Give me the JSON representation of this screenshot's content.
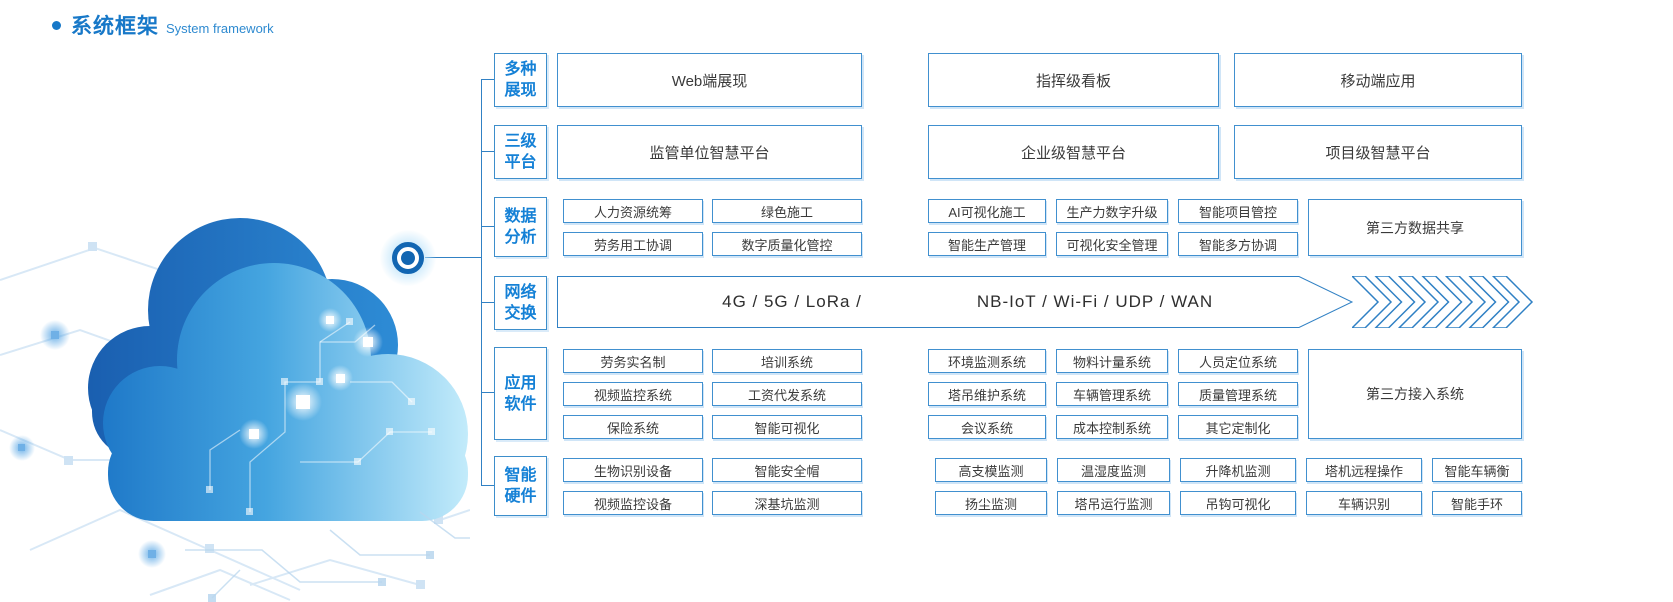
{
  "title": {
    "zh": "系统框架",
    "en": "System framework"
  },
  "colors": {
    "accent": "#1778c8",
    "box_border": "#4190cf",
    "line": "#3181c4",
    "box_text": "#3a3a3a"
  },
  "tree": {
    "categories": [
      {
        "id": "display",
        "line1": "多种",
        "line2": "展现"
      },
      {
        "id": "platform",
        "line1": "三级",
        "line2": "平台"
      },
      {
        "id": "data",
        "line1": "数据",
        "line2": "分析"
      },
      {
        "id": "network",
        "line1": "网络",
        "line2": "交换"
      },
      {
        "id": "apps",
        "line1": "应用",
        "line2": "软件"
      },
      {
        "id": "hardware",
        "line1": "智能",
        "line2": "硬件"
      }
    ]
  },
  "rows": {
    "display": [
      "Web端展现",
      "指挥级看板",
      "移动端应用"
    ],
    "platform": [
      "监管单位智慧平台",
      "企业级智慧平台",
      "项目级智慧平台"
    ],
    "data": {
      "left": [
        [
          "人力资源统筹",
          "绿色施工"
        ],
        [
          "劳务用工协调",
          "数字质量化管控"
        ]
      ],
      "right": [
        [
          "AI可视化施工",
          "生产力数字升级",
          "智能项目管控"
        ],
        [
          "智能生产管理",
          "可视化安全管理",
          "智能多方协调"
        ]
      ],
      "side": "第三方数据共享"
    },
    "network": {
      "label_left": "4G / 5G / LoRa /",
      "label_right": "NB-IoT / Wi-Fi / UDP / WAN",
      "chevron_count": 7
    },
    "apps": {
      "left": [
        [
          "劳务实名制",
          "培训系统"
        ],
        [
          "视频监控系统",
          "工资代发系统"
        ],
        [
          "保险系统",
          "智能可视化"
        ]
      ],
      "right": [
        [
          "环境监测系统",
          "物料计量系统",
          "人员定位系统"
        ],
        [
          "塔吊维护系统",
          "车辆管理系统",
          "质量管理系统"
        ],
        [
          "会议系统",
          "成本控制系统",
          "其它定制化"
        ]
      ],
      "side": "第三方接入系统"
    },
    "hardware": {
      "left": [
        [
          "生物识别设备",
          "智能安全帽"
        ],
        [
          "视频监控设备",
          "深基坑监测"
        ]
      ],
      "right": [
        [
          "高支模监测",
          "温湿度监测",
          "升降机监测",
          "塔机远程操作",
          "智能车辆衡"
        ],
        [
          "扬尘监测",
          "塔吊运行监测",
          "吊钩可视化",
          "车辆识别",
          "智能手环"
        ]
      ]
    }
  }
}
